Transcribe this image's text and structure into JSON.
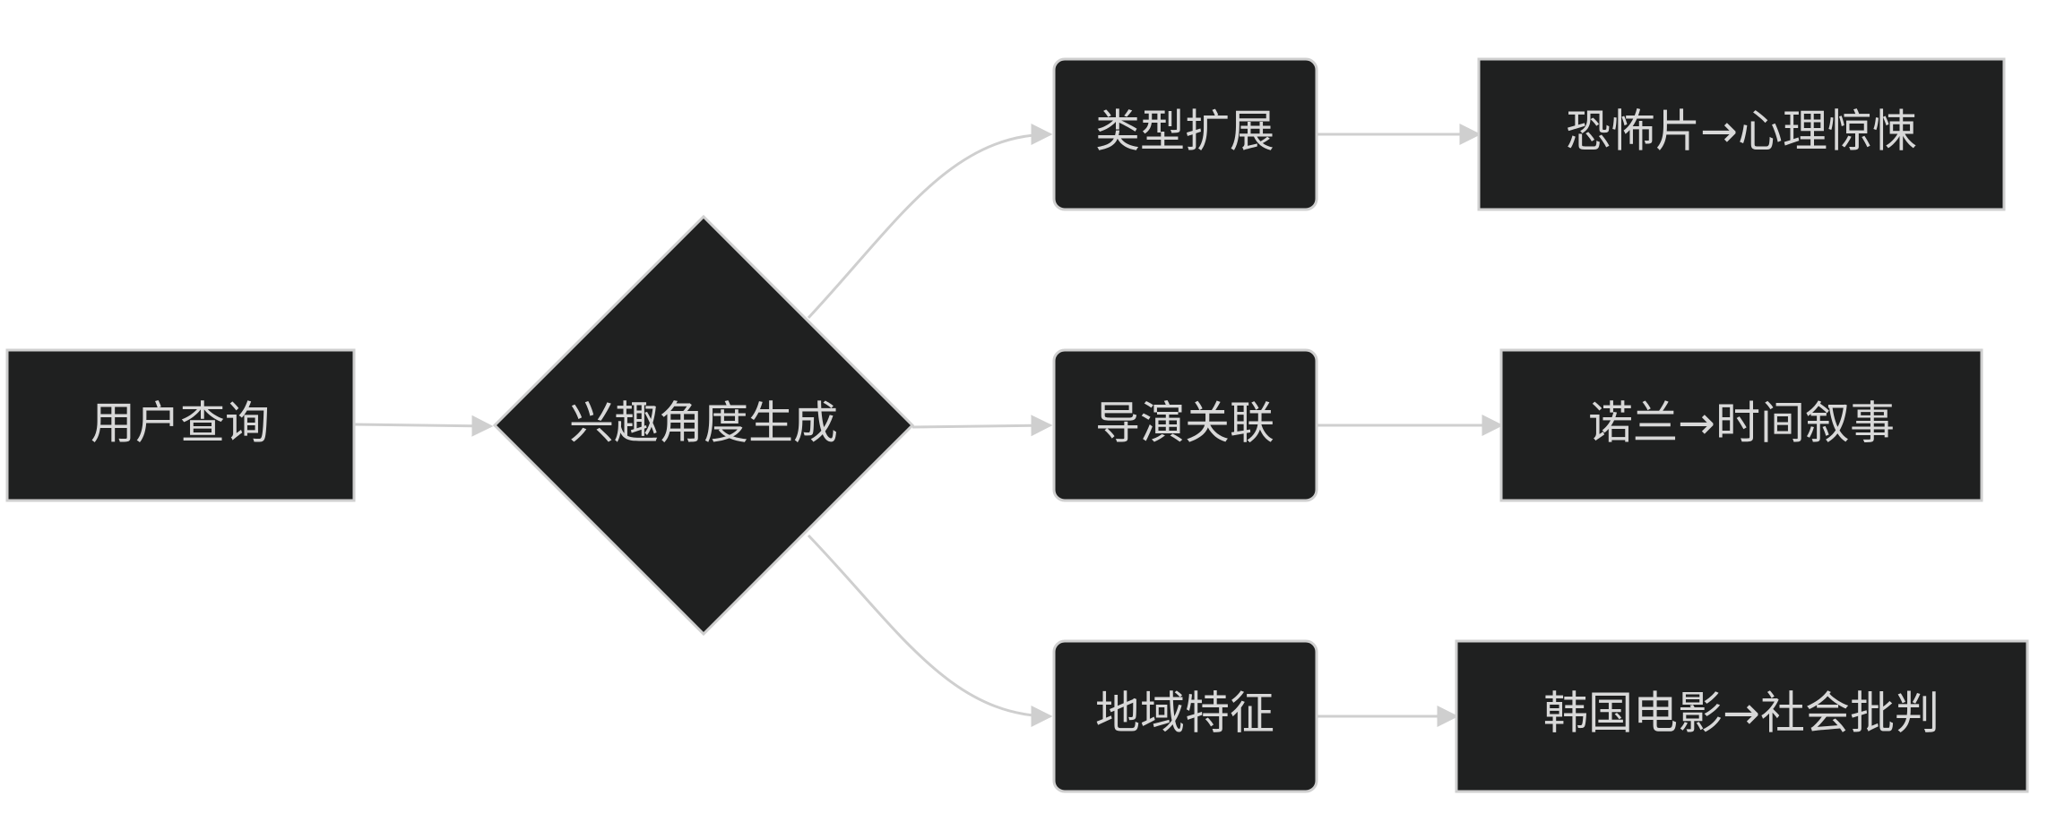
{
  "diagram": {
    "nodes": {
      "user_query": "用户查询",
      "interest_angle": "兴趣角度生成",
      "genre_expand": "类型扩展",
      "director_link": "导演关联",
      "region_feature": "地域特征",
      "genre_example": "恐怖片→心理惊悚",
      "director_example": "诺兰→时间叙事",
      "region_example": "韩国电影→社会批判"
    }
  },
  "colors": {
    "node_fill": "#1f2020",
    "node_stroke": "#cfcfcf",
    "node_text": "#d8d8d8",
    "edge": "#cfcfcf",
    "background": "#ffffff"
  }
}
